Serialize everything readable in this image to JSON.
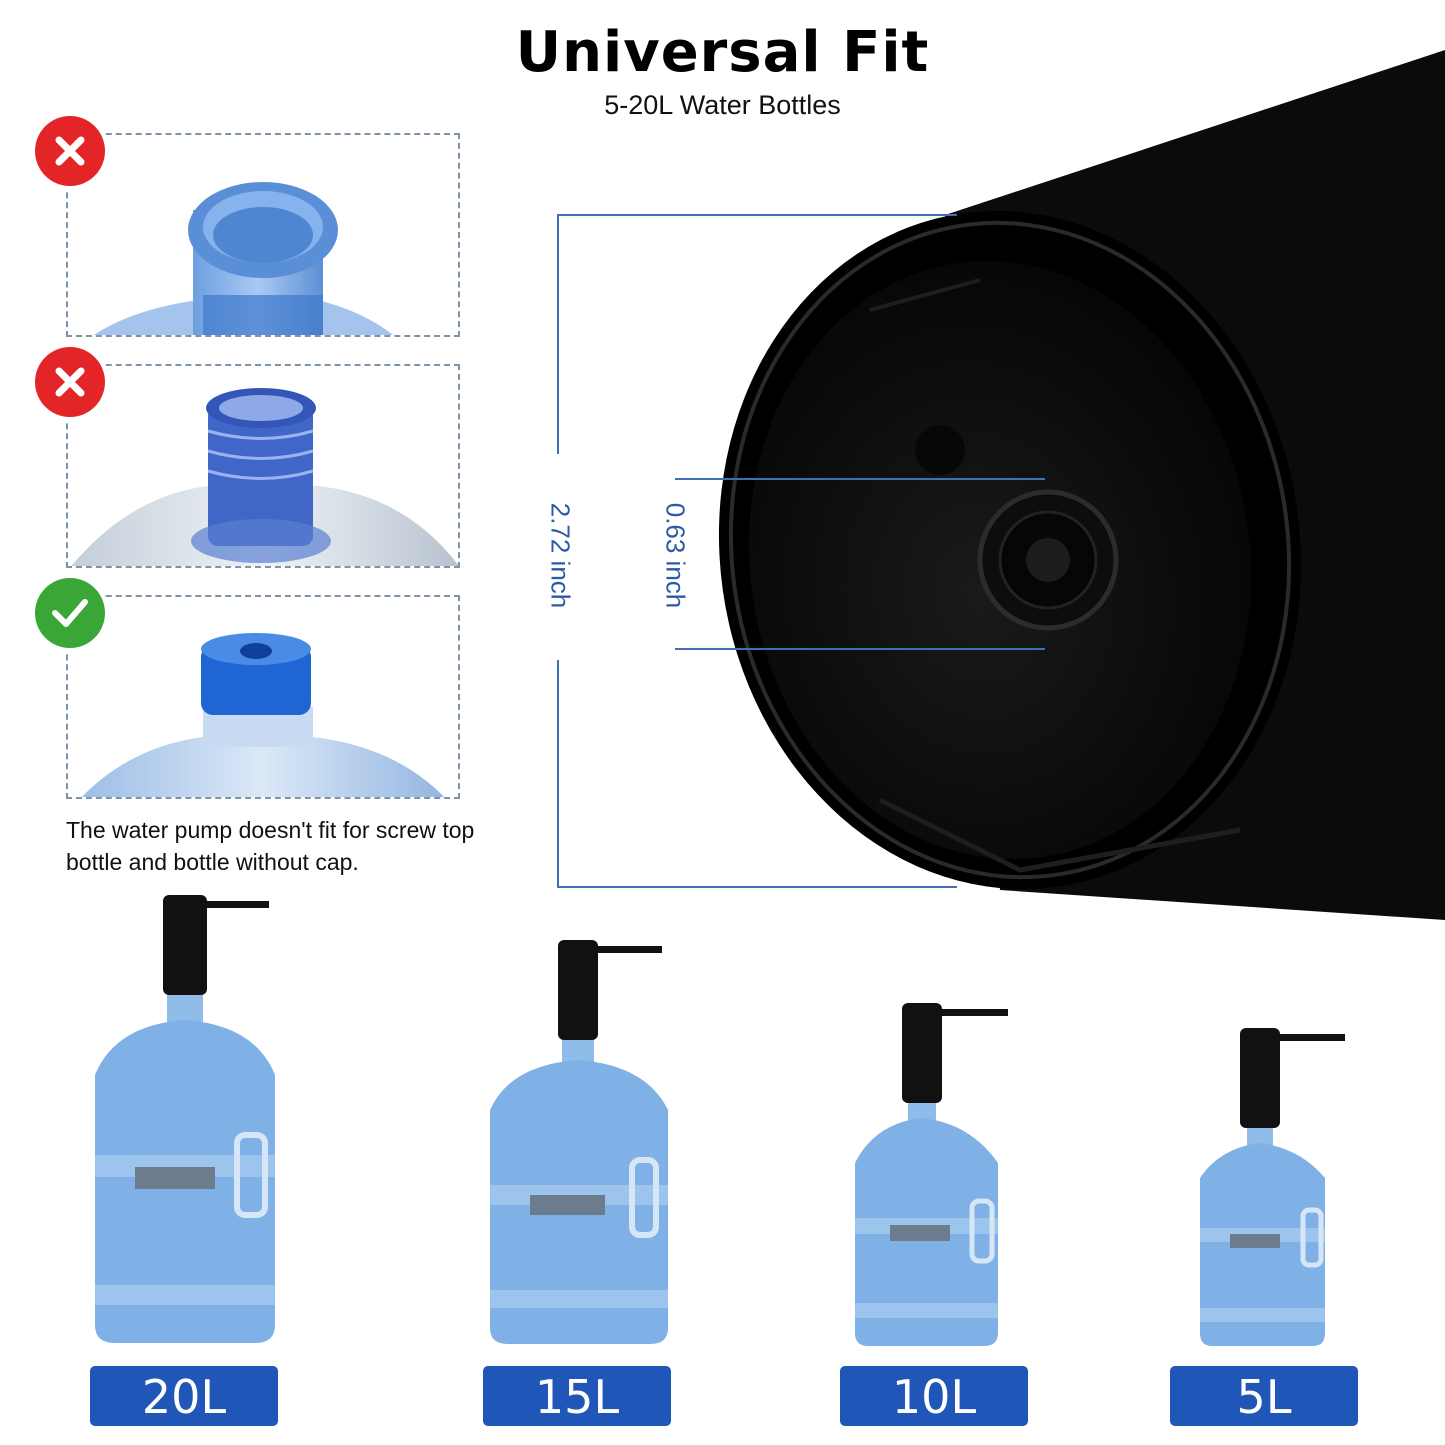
{
  "header": {
    "title": "Universal Fit",
    "subtitle": "5-20L Water Bottles"
  },
  "compatibility": {
    "items": [
      {
        "status": "not-fit",
        "icon": "cross-icon",
        "bottle": "open-neck bottle without cap"
      },
      {
        "status": "not-fit",
        "icon": "cross-icon",
        "bottle": "screw top bottle"
      },
      {
        "status": "fit",
        "icon": "check-icon",
        "bottle": "bottle with cap"
      }
    ],
    "note": "The water pump doesn't fit for screw top bottle and bottle without cap."
  },
  "dimensions": {
    "outer": "2.72 inch",
    "inner": "0.63 inch"
  },
  "sizes": [
    "20L",
    "15L",
    "10L",
    "5L"
  ],
  "colors": {
    "badge_blue": "#1f56b8",
    "cross_red": "#e42528",
    "check_green": "#3aa635",
    "dimension_blue": "#2c5aa3"
  }
}
